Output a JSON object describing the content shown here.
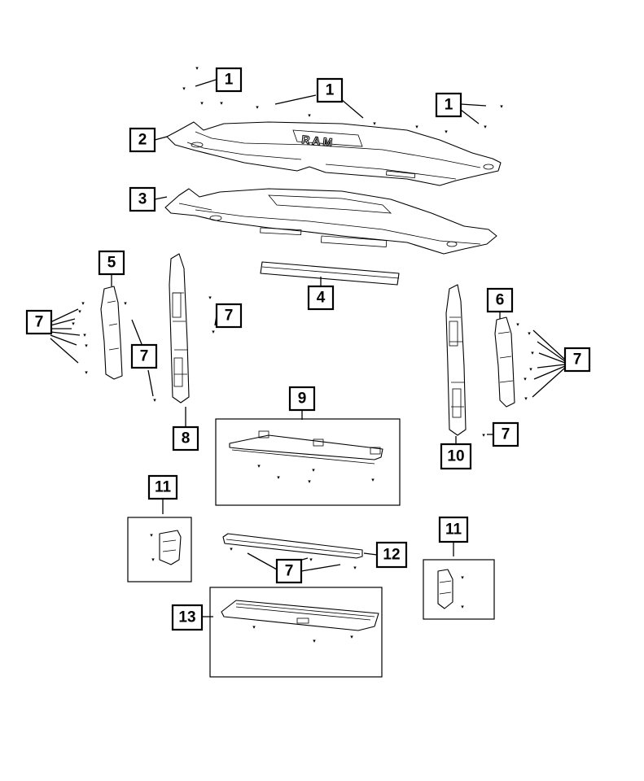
{
  "diagram": {
    "callouts": [
      {
        "id": "c1a",
        "label": "1"
      },
      {
        "id": "c1b",
        "label": "1"
      },
      {
        "id": "c1c",
        "label": "1"
      },
      {
        "id": "c2",
        "label": "2"
      },
      {
        "id": "c3",
        "label": "3"
      },
      {
        "id": "c4",
        "label": "4"
      },
      {
        "id": "c5",
        "label": "5"
      },
      {
        "id": "c6",
        "label": "6"
      },
      {
        "id": "c7a",
        "label": "7"
      },
      {
        "id": "c7b",
        "label": "7"
      },
      {
        "id": "c7c",
        "label": "7"
      },
      {
        "id": "c7d",
        "label": "7"
      },
      {
        "id": "c7e",
        "label": "7"
      },
      {
        "id": "c7f",
        "label": "7"
      },
      {
        "id": "c8",
        "label": "8"
      },
      {
        "id": "c9",
        "label": "9"
      },
      {
        "id": "c10",
        "label": "10"
      },
      {
        "id": "c11a",
        "label": "11"
      },
      {
        "id": "c11b",
        "label": "11"
      },
      {
        "id": "c12",
        "label": "12"
      },
      {
        "id": "c13",
        "label": "13"
      }
    ],
    "badge_text": "RAM"
  }
}
